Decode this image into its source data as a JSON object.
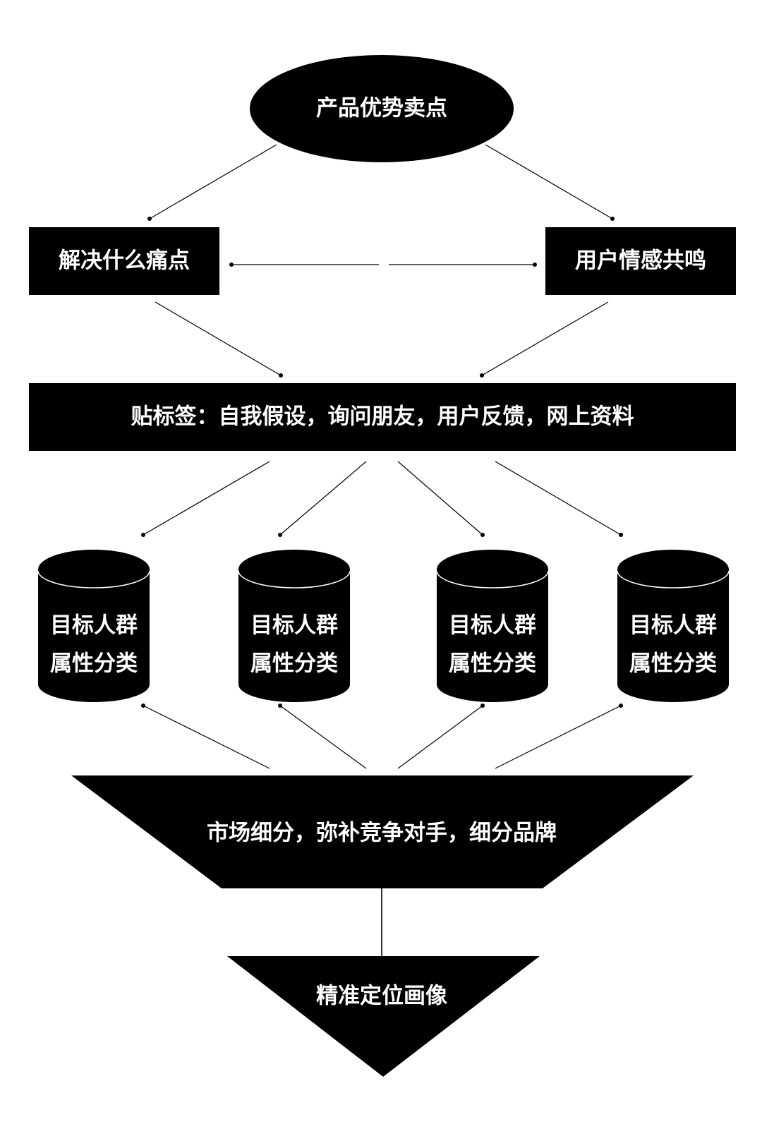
{
  "colors": {
    "fill": "#000000",
    "text": "#ffffff",
    "background": "#ffffff"
  },
  "top_node": {
    "label": "产品优势卖点",
    "shape": "ellipse"
  },
  "left_box": {
    "label": "解决什么痛点"
  },
  "right_box": {
    "label": "用户情感共鸣"
  },
  "tag_bar": {
    "label": "贴标签：自我假设，询问朋友，用户反馈，网上资料"
  },
  "cylinders": [
    {
      "line1": "目标人群",
      "line2": "属性分类"
    },
    {
      "line1": "目标人群",
      "line2": "属性分类"
    },
    {
      "line1": "目标人群",
      "line2": "属性分类"
    },
    {
      "line1": "目标人群",
      "line2": "属性分类"
    }
  ],
  "funnel": {
    "label": "市场细分，弥补竞争对手，细分品牌"
  },
  "final_triangle": {
    "label": "精准定位画像"
  }
}
